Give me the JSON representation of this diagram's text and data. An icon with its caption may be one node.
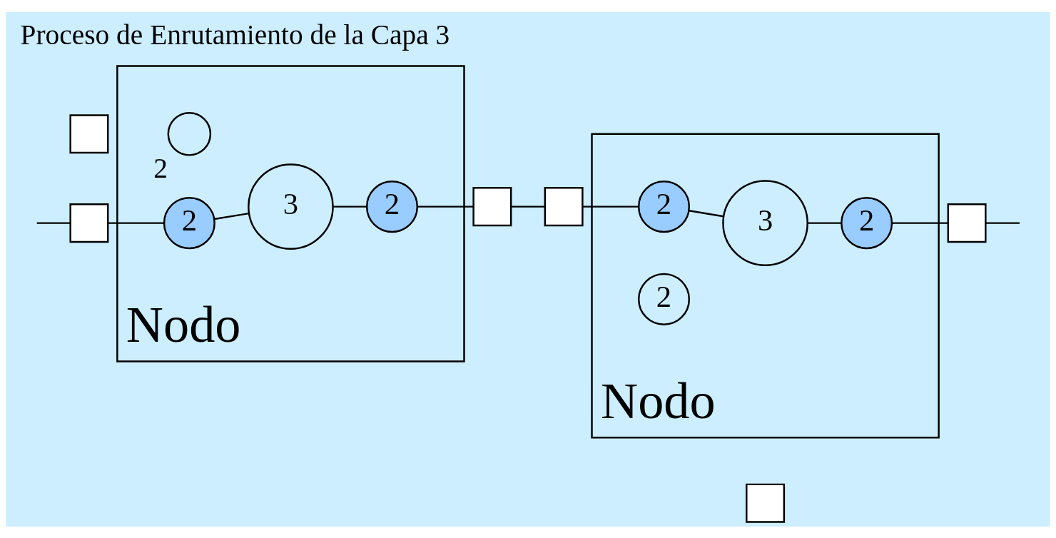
{
  "diagram": {
    "title": "Proceso de Enrutamiento de la Capa 3",
    "nodes": [
      {
        "text": [
          "Nodo"
        ]
      },
      {
        "text": [],
        "shape": "box"
      },
      {
        "text": [],
        "shape": "circle",
        "beside": [
          "2"
        ],
        "in": 0
      },
      {
        "text": [],
        "shape": "box"
      },
      {
        "text": [
          "2"
        ],
        "in": 0
      },
      {
        "text": [
          "3"
        ],
        "in": 0
      },
      {
        "text": [
          "2"
        ],
        "in": 0
      },
      {
        "text": [],
        "shape": "box"
      },
      {
        "text": [
          "Nodo"
        ]
      },
      {
        "text": [],
        "shape": "box"
      },
      {
        "text": [
          "2"
        ],
        "in": 8
      },
      {
        "text": [],
        "shape": "box"
      },
      {
        "text": [
          "2"
        ],
        "in": 8
      },
      {
        "text": [
          "3"
        ],
        "in": 8
      },
      {
        "text": [
          "2"
        ],
        "in": 8
      },
      {
        "text": [],
        "shape": "box"
      }
    ],
    "edges": [
      {
        "from": null,
        "to": 3,
        "arrow": "none"
      },
      {
        "from": 3,
        "to": 4,
        "arrow": "none"
      },
      {
        "from": 4,
        "to": 5,
        "arrow": "none"
      },
      {
        "from": 5,
        "to": 6,
        "arrow": "none"
      },
      {
        "from": 6,
        "to": 7,
        "arrow": "none"
      },
      {
        "from": 7,
        "to": 11,
        "arrow": "none"
      },
      {
        "from": 11,
        "to": 12,
        "arrow": "none"
      },
      {
        "from": 12,
        "to": 13,
        "arrow": "none"
      },
      {
        "from": 13,
        "to": 10,
        "arrow": "none"
      },
      {
        "from": 10,
        "to": 9,
        "arrow": "none"
      },
      {
        "from": 9,
        "to": null,
        "arrow": "none"
      }
    ]
  }
}
